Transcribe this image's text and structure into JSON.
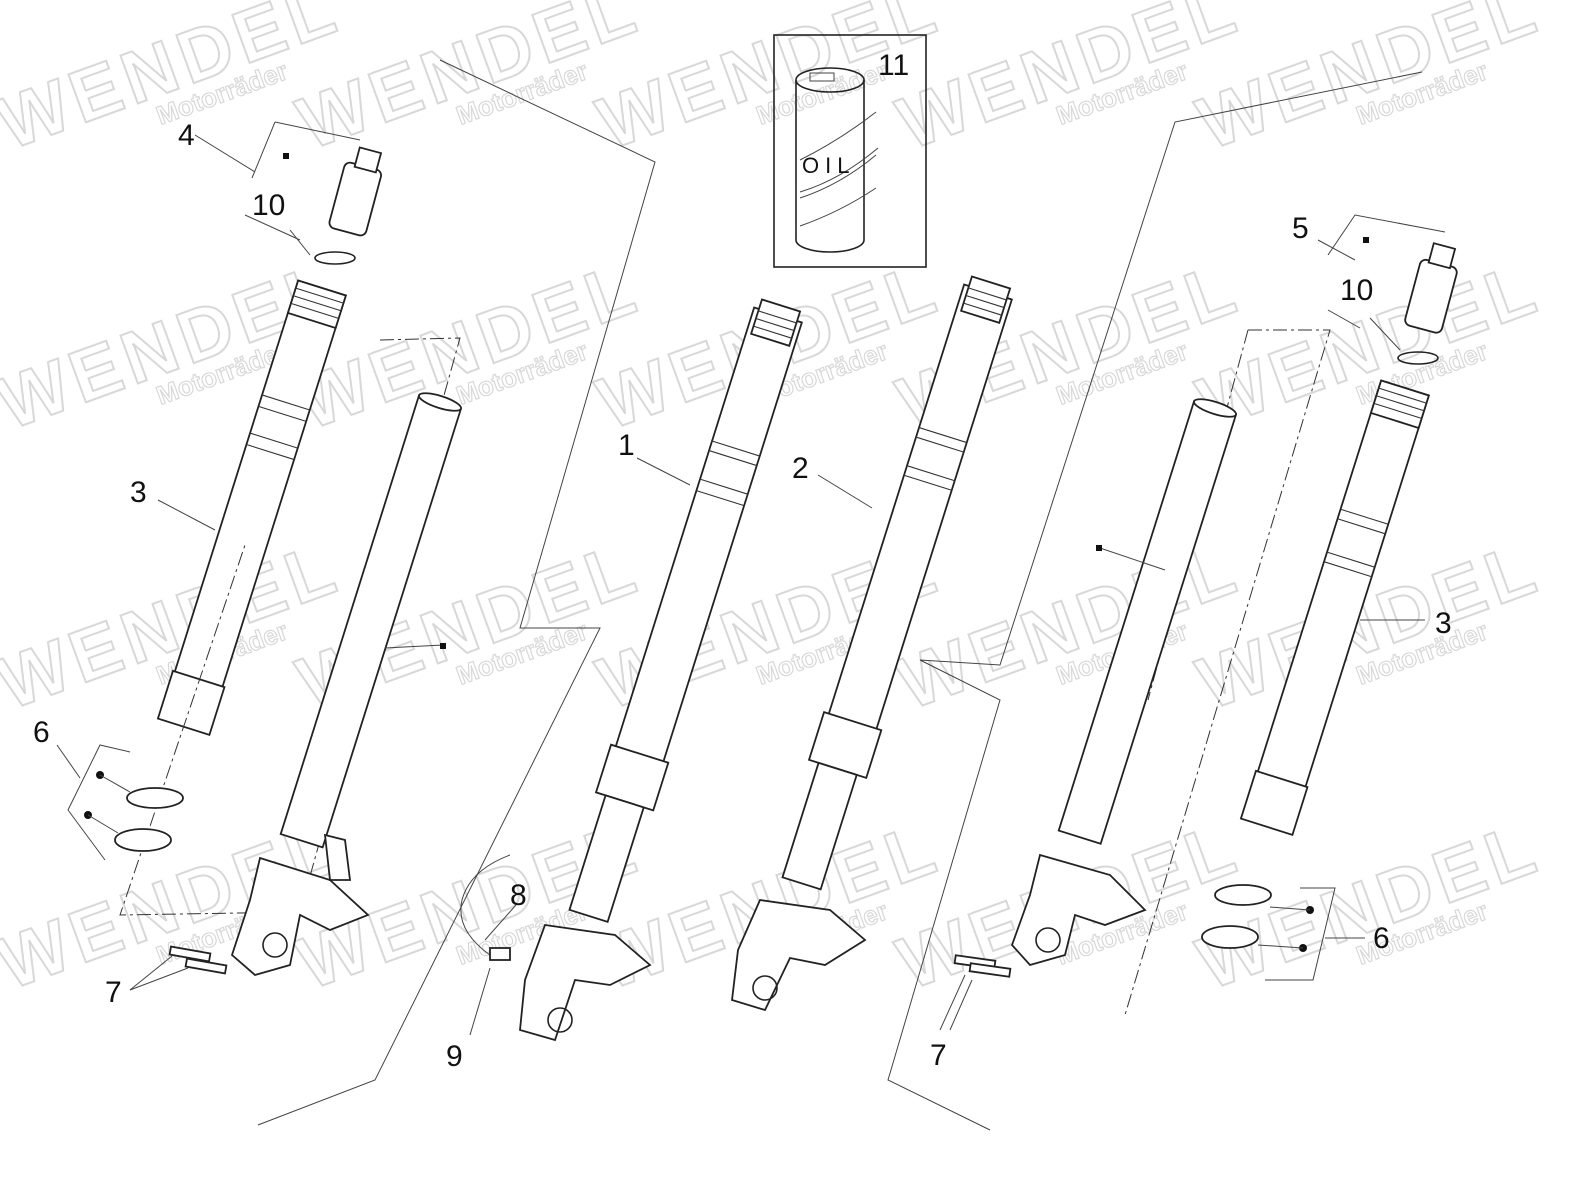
{
  "watermark": {
    "brand": "WENDEL",
    "sub": "Motorräder"
  },
  "oil_box": {
    "label": "OIL",
    "part_number": "11"
  },
  "callouts": {
    "left_outer_tube": "3",
    "left_cartridge": "4",
    "left_oring": "10",
    "left_seals": "6",
    "left_bolts": "7",
    "fork_1": "1",
    "fork_2": "2",
    "sensor_8": "8",
    "sensor_9": "9",
    "right_cartridge": "5",
    "right_oring": "10",
    "right_outer_tube": "3",
    "right_seals": "6",
    "right_bolts": "7"
  }
}
